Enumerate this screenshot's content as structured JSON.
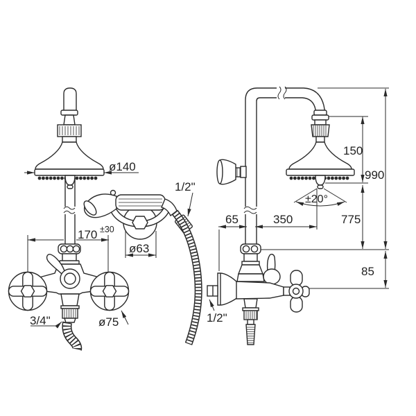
{
  "drawing": {
    "type": "technical-diagram",
    "subject": "wall-mounted shower column with bath mixer, front and side views",
    "line_color": "#2a2a2a",
    "background_color": "#ffffff"
  },
  "front_view": {
    "head_diameter": "ø140",
    "handshower_connection": "1/2\"",
    "centers_distance": "170",
    "centers_tolerance": "±30",
    "holder_diameter": "ø63",
    "inlet_connection": "3/4\"",
    "handle_diameter": "ø75"
  },
  "side_view": {
    "head_height": "150",
    "total_height": "990",
    "column_height": "775",
    "spray_angle": "±20°",
    "wall_distance": "65",
    "head_projection": "350",
    "outlet_distance": "85",
    "wall_connection": "1/2\""
  }
}
